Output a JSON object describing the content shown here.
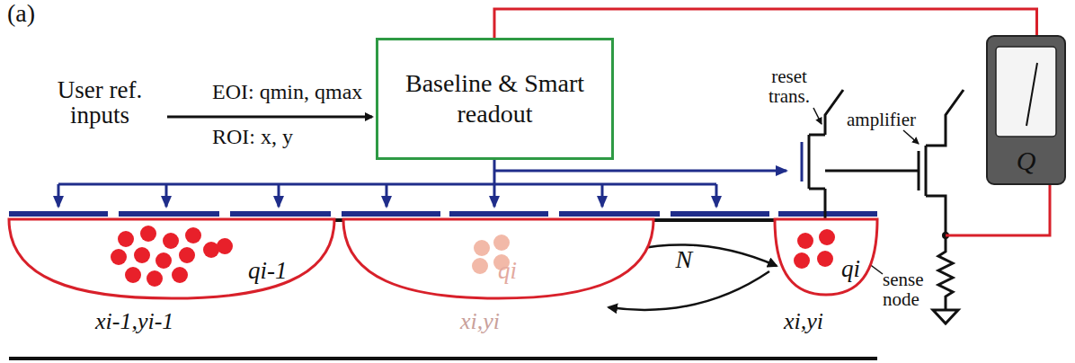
{
  "diagram": {
    "nodes": [
      {
        "text": [
          "Baseline & Smart readout"
        ]
      },
      {
        "text": [
          "Q"
        ]
      },
      {
        "text": [
          "qi-1"
        ]
      },
      {
        "text": [
          "qi"
        ]
      },
      {
        "text": [
          "qi"
        ]
      }
    ],
    "edges": [
      {
        "from": 0,
        "to": 1,
        "arrow": "none"
      },
      {
        "from": 3,
        "to": 4,
        "label": "N",
        "arrow": "to"
      },
      {
        "from": 4,
        "to": 3,
        "arrow": "to"
      }
    ],
    "labels": [
      "(a)",
      "User ref. inputs",
      "EOI: qmin, qmax",
      "ROI: x, y",
      "reset trans.",
      "amplifier",
      "sense node",
      "xi-1,yi-1",
      "xi,yi",
      "xi,yi"
    ]
  }
}
